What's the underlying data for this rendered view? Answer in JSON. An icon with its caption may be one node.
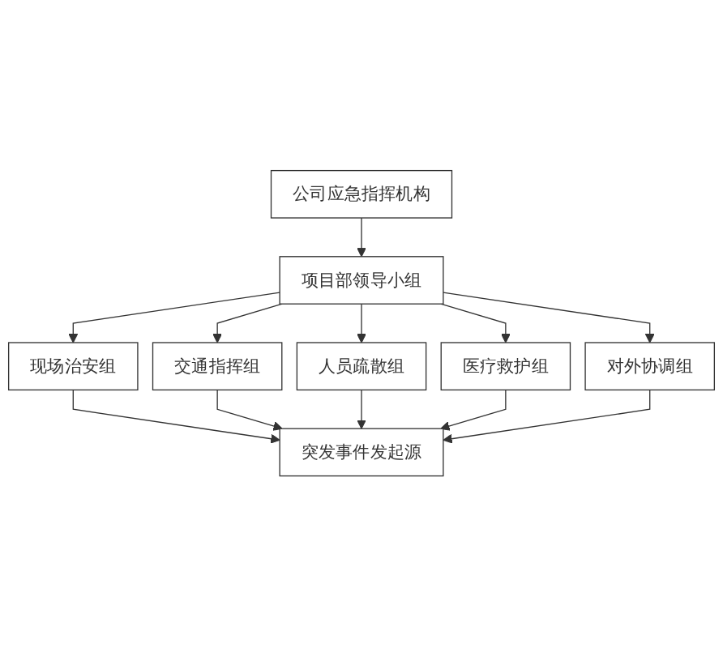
{
  "diagram": {
    "nodes": [
      {
        "text": [
          "公司应急指挥机构"
        ]
      },
      {
        "text": [
          "项目部领导小组"
        ]
      },
      {
        "text": [
          "现场治安组"
        ]
      },
      {
        "text": [
          "交通指挥组"
        ]
      },
      {
        "text": [
          "人员疏散组"
        ]
      },
      {
        "text": [
          "医疗救护组"
        ]
      },
      {
        "text": [
          "对外协调组"
        ]
      },
      {
        "text": [
          "突发事件发起源"
        ]
      }
    ],
    "edges": [
      {
        "from": 0,
        "to": 1,
        "arrow": "to"
      },
      {
        "from": 1,
        "to": 2,
        "arrow": "to"
      },
      {
        "from": 1,
        "to": 3,
        "arrow": "to"
      },
      {
        "from": 1,
        "to": 4,
        "arrow": "to"
      },
      {
        "from": 1,
        "to": 5,
        "arrow": "to"
      },
      {
        "from": 1,
        "to": 6,
        "arrow": "to"
      },
      {
        "from": 2,
        "to": 7,
        "arrow": "to"
      },
      {
        "from": 3,
        "to": 7,
        "arrow": "to"
      },
      {
        "from": 4,
        "to": 7,
        "arrow": "to"
      },
      {
        "from": 5,
        "to": 7,
        "arrow": "to"
      },
      {
        "from": 6,
        "to": 7,
        "arrow": "to"
      }
    ]
  }
}
